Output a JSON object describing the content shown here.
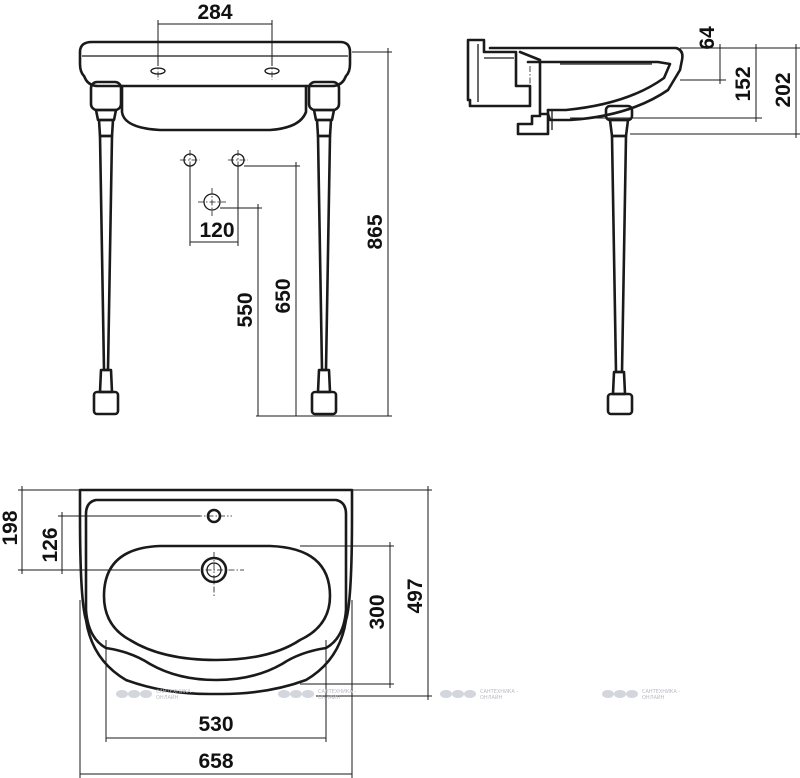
{
  "dimensions": {
    "tap_spacing": "284",
    "outlet_spacing": "120",
    "outlet_height_low": "550",
    "outlet_height_high": "650",
    "total_height": "865",
    "rim_depth": "64",
    "bowl_depth": "152",
    "basin_depth": "202",
    "tap_hole_offset": "198",
    "drain_offset": "126",
    "bowl_length": "300",
    "total_depth": "497",
    "inner_width": "530",
    "total_width": "658"
  },
  "watermark": {
    "line1": "САНТЕХНИКА -",
    "line2": "ОНЛАЙН"
  },
  "colors": {
    "line": "#1a1a1a",
    "watermark": "#b9bcc3"
  }
}
